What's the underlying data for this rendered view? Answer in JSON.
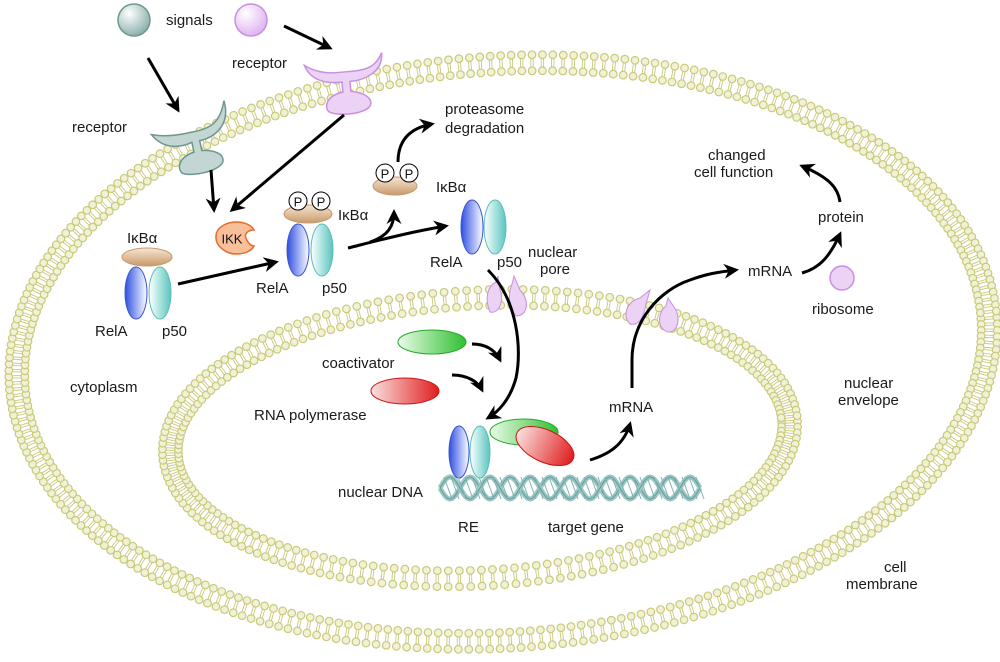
{
  "title": "NF-kB signaling pathway diagram",
  "colors": {
    "membrane_stroke": "#c9c97a",
    "membrane_fill": "#f1f1d6",
    "signal_teal": "#8fb5b0",
    "signal_purple": "#e6c2f2",
    "receptor_teal": "#c3d6d4",
    "receptor_purple": "#ecd2f4",
    "relA_blue": "#4a6de8",
    "p50_cyan": "#7fd3cf",
    "ikba_tan": "#d9b48c",
    "ikk_orange": "#f7b98a",
    "coactivator_green": "#4fcf4f",
    "polymerase_red": "#e83a3a",
    "dna_teal": "#9cc6c4",
    "ribosome_purple": "#ecd2f4"
  },
  "labels": {
    "signals": "signals",
    "receptor_left": "receptor",
    "receptor_top": "receptor",
    "ikba_free": "IκBα",
    "relA_free": "RelA",
    "p50_free": "p50",
    "ikk": "IKK",
    "phospho": "P",
    "ikba_phospho": "IκBα",
    "relA_phospho": "RelA",
    "p50_phospho": "p50",
    "ikba_degraded": "IκBα",
    "proteasome_line1": "proteasome",
    "proteasome_line2": "degradation",
    "relA_nuclear": "RelA",
    "p50_nuclear": "p50",
    "nuclear_pore_line1": "nuclear",
    "nuclear_pore_line2": "pore",
    "changed_line1": "changed",
    "changed_line2": "cell function",
    "protein": "protein",
    "mrna_cyto": "mRNA",
    "ribosome": "ribosome",
    "cytoplasm": "cytoplasm",
    "coactivator": "coactivator",
    "rna_polymerase": "RNA polymerase",
    "nuclear_dna": "nuclear DNA",
    "re": "RE",
    "target_gene": "target gene",
    "mrna_nuclear": "mRNA",
    "nuclear_envelope_line1": "nuclear",
    "nuclear_envelope_line2": "envelope",
    "cell_membrane_line1": "cell",
    "cell_membrane_line2": "membrane"
  }
}
